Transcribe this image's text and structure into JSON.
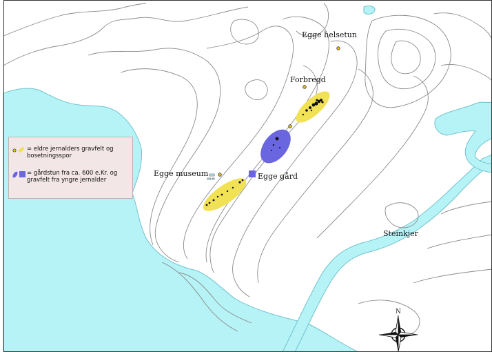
{
  "map": {
    "colors": {
      "water": "#b6f3f7",
      "water_edge": "#6fc2cc",
      "contour": "#8a8a8a",
      "border": "#333333",
      "early_iron_age": "#f1e154",
      "late_iron_age": "#6a66e0",
      "site_marker": "#e8c020",
      "legend_bg": "#f2e6e6"
    },
    "places": {
      "egge_helsetun": "Egge helsetun",
      "forbregd": "Forbregd",
      "egge_museum": "Egge museum",
      "egge_gard": "Egge gård",
      "steinkjer": "Steinkjer"
    },
    "legend": {
      "early": "= eldre jernalders gravfelt og bosetningsspor",
      "late": "= gårdstun fra ca. 600 e.Kr. og gravfelt fra yngre jernalder"
    },
    "compass": {
      "north": "N"
    }
  }
}
